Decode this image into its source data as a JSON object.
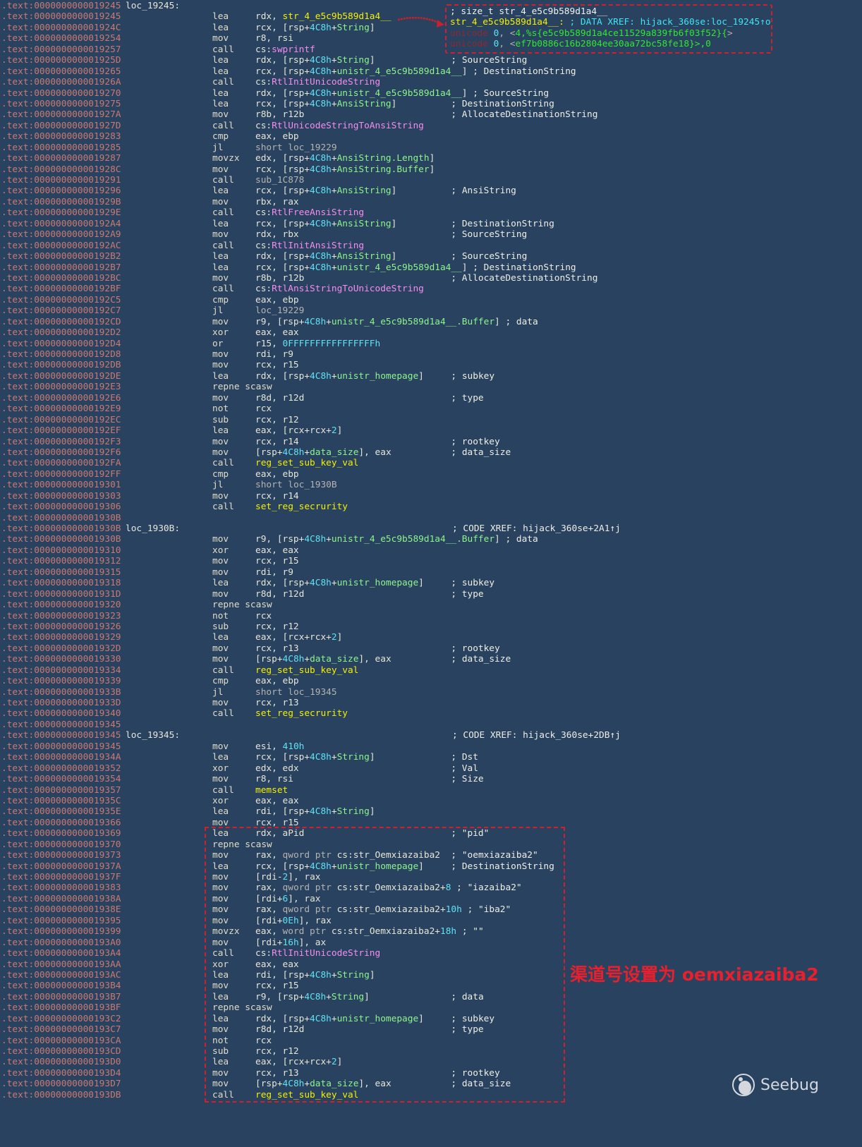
{
  "listing": [
    {
      "addr": ".text:0000000000019245",
      "label": "loc_19245:"
    },
    {
      "addr": ".text:0000000000019245",
      "mn": "lea",
      "ops": "rdx, str_4_e5c9b589d1a4__"
    },
    {
      "addr": ".text:000000000001924C",
      "mn": "lea",
      "ops": "rcx, [rsp+4C8h+String]"
    },
    {
      "addr": ".text:0000000000019254",
      "mn": "mov",
      "ops": "r8, rsi"
    },
    {
      "addr": ".text:0000000000019257",
      "mn": "call",
      "ops": "cs:swprintf"
    },
    {
      "addr": ".text:000000000001925D",
      "mn": "lea",
      "ops": "rdx, [rsp+4C8h+String]",
      "cmt": "; SourceString"
    },
    {
      "addr": ".text:0000000000019265",
      "mn": "lea",
      "ops": "rcx, [rsp+4C8h+unistr_4_e5c9b589d1a4__]",
      "cmt": "; DestinationString"
    },
    {
      "addr": ".text:000000000001926A",
      "mn": "call",
      "ops": "cs:RtlInitUnicodeString"
    },
    {
      "addr": ".text:0000000000019270",
      "mn": "lea",
      "ops": "rdx, [rsp+4C8h+unistr_4_e5c9b589d1a4__]",
      "cmt": "; SourceString"
    },
    {
      "addr": ".text:0000000000019275",
      "mn": "lea",
      "ops": "rcx, [rsp+4C8h+AnsiString]",
      "cmt": "; DestinationString"
    },
    {
      "addr": ".text:000000000001927A",
      "mn": "mov",
      "ops": "r8b, r12b",
      "cmt": "; AllocateDestinationString"
    },
    {
      "addr": ".text:000000000001927D",
      "mn": "call",
      "ops": "cs:RtlUnicodeStringToAnsiString"
    },
    {
      "addr": ".text:0000000000019283",
      "mn": "cmp",
      "ops": "eax, ebp"
    },
    {
      "addr": ".text:0000000000019285",
      "mn": "jl",
      "ops": "short loc_19229"
    },
    {
      "addr": ".text:0000000000019287",
      "mn": "movzx",
      "ops": "edx, [rsp+4C8h+AnsiString.Length]"
    },
    {
      "addr": ".text:000000000001928C",
      "mn": "mov",
      "ops": "rcx, [rsp+4C8h+AnsiString.Buffer]"
    },
    {
      "addr": ".text:0000000000019291",
      "mn": "call",
      "ops": "sub_1C878"
    },
    {
      "addr": ".text:0000000000019296",
      "mn": "lea",
      "ops": "rcx, [rsp+4C8h+AnsiString]",
      "cmt": "; AnsiString"
    },
    {
      "addr": ".text:000000000001929B",
      "mn": "mov",
      "ops": "rbx, rax"
    },
    {
      "addr": ".text:000000000001929E",
      "mn": "call",
      "ops": "cs:RtlFreeAnsiString"
    },
    {
      "addr": ".text:00000000000192A4",
      "mn": "lea",
      "ops": "rcx, [rsp+4C8h+AnsiString]",
      "cmt": "; DestinationString"
    },
    {
      "addr": ".text:00000000000192A9",
      "mn": "mov",
      "ops": "rdx, rbx",
      "cmt": "; SourceString"
    },
    {
      "addr": ".text:00000000000192AC",
      "mn": "call",
      "ops": "cs:RtlInitAnsiString"
    },
    {
      "addr": ".text:00000000000192B2",
      "mn": "lea",
      "ops": "rdx, [rsp+4C8h+AnsiString]",
      "cmt": "; SourceString"
    },
    {
      "addr": ".text:00000000000192B7",
      "mn": "lea",
      "ops": "rcx, [rsp+4C8h+unistr_4_e5c9b589d1a4__]",
      "cmt": "; DestinationString"
    },
    {
      "addr": ".text:00000000000192BC",
      "mn": "mov",
      "ops": "r8b, r12b",
      "cmt": "; AllocateDestinationString"
    },
    {
      "addr": ".text:00000000000192BF",
      "mn": "call",
      "ops": "cs:RtlAnsiStringToUnicodeString"
    },
    {
      "addr": ".text:00000000000192C5",
      "mn": "cmp",
      "ops": "eax, ebp"
    },
    {
      "addr": ".text:00000000000192C7",
      "mn": "jl",
      "ops": "loc_19229"
    },
    {
      "addr": ".text:00000000000192CD",
      "mn": "mov",
      "ops": "r9, [rsp+4C8h+unistr_4_e5c9b589d1a4__.Buffer]",
      "cmt": "; data"
    },
    {
      "addr": ".text:00000000000192D2",
      "mn": "xor",
      "ops": "eax, eax"
    },
    {
      "addr": ".text:00000000000192D4",
      "mn": "or",
      "ops": "r15, 0FFFFFFFFFFFFFFFFh"
    },
    {
      "addr": ".text:00000000000192D8",
      "mn": "mov",
      "ops": "rdi, r9"
    },
    {
      "addr": ".text:00000000000192DB",
      "mn": "mov",
      "ops": "rcx, r15"
    },
    {
      "addr": ".text:00000000000192DE",
      "mn": "lea",
      "ops": "rdx, [rsp+4C8h+unistr_homepage]",
      "cmt": "; subkey"
    },
    {
      "addr": ".text:00000000000192E3",
      "mn": "repne scasw",
      "ops": ""
    },
    {
      "addr": ".text:00000000000192E6",
      "mn": "mov",
      "ops": "r8d, r12d",
      "cmt": "; type"
    },
    {
      "addr": ".text:00000000000192E9",
      "mn": "not",
      "ops": "rcx"
    },
    {
      "addr": ".text:00000000000192EC",
      "mn": "sub",
      "ops": "rcx, r12"
    },
    {
      "addr": ".text:00000000000192EF",
      "mn": "lea",
      "ops": "eax, [rcx+rcx+2]"
    },
    {
      "addr": ".text:00000000000192F3",
      "mn": "mov",
      "ops": "rcx, r14",
      "cmt": "; rootkey"
    },
    {
      "addr": ".text:00000000000192F6",
      "mn": "mov",
      "ops": "[rsp+4C8h+data_size], eax",
      "cmt": "; data_size"
    },
    {
      "addr": ".text:00000000000192FA",
      "mn": "call",
      "ops": "reg_set_sub_key_val"
    },
    {
      "addr": ".text:00000000000192FF",
      "mn": "cmp",
      "ops": "eax, ebp"
    },
    {
      "addr": ".text:0000000000019301",
      "mn": "jl",
      "ops": "short loc_1930B"
    },
    {
      "addr": ".text:0000000000019303",
      "mn": "mov",
      "ops": "rcx, r14"
    },
    {
      "addr": ".text:0000000000019306",
      "mn": "call",
      "ops": "set_reg_secrurity"
    },
    {
      "addr": ".text:000000000001930B"
    },
    {
      "addr": ".text:000000000001930B",
      "label": "loc_1930B:",
      "cmt": "; CODE XREF: hijack_360se+2A1↑j"
    },
    {
      "addr": ".text:000000000001930B",
      "mn": "mov",
      "ops": "r9, [rsp+4C8h+unistr_4_e5c9b589d1a4__.Buffer]",
      "cmt": "; data"
    },
    {
      "addr": ".text:0000000000019310",
      "mn": "xor",
      "ops": "eax, eax"
    },
    {
      "addr": ".text:0000000000019312",
      "mn": "mov",
      "ops": "rcx, r15"
    },
    {
      "addr": ".text:0000000000019315",
      "mn": "mov",
      "ops": "rdi, r9"
    },
    {
      "addr": ".text:0000000000019318",
      "mn": "lea",
      "ops": "rdx, [rsp+4C8h+unistr_homepage]",
      "cmt": "; subkey"
    },
    {
      "addr": ".text:000000000001931D",
      "mn": "mov",
      "ops": "r8d, r12d",
      "cmt": "; type"
    },
    {
      "addr": ".text:0000000000019320",
      "mn": "repne scasw",
      "ops": ""
    },
    {
      "addr": ".text:0000000000019323",
      "mn": "not",
      "ops": "rcx"
    },
    {
      "addr": ".text:0000000000019326",
      "mn": "sub",
      "ops": "rcx, r12"
    },
    {
      "addr": ".text:0000000000019329",
      "mn": "lea",
      "ops": "eax, [rcx+rcx+2]"
    },
    {
      "addr": ".text:000000000001932D",
      "mn": "mov",
      "ops": "rcx, r13",
      "cmt": "; rootkey"
    },
    {
      "addr": ".text:0000000000019330",
      "mn": "mov",
      "ops": "[rsp+4C8h+data_size], eax",
      "cmt": "; data_size"
    },
    {
      "addr": ".text:0000000000019334",
      "mn": "call",
      "ops": "reg_set_sub_key_val"
    },
    {
      "addr": ".text:0000000000019339",
      "mn": "cmp",
      "ops": "eax, ebp"
    },
    {
      "addr": ".text:000000000001933B",
      "mn": "jl",
      "ops": "short loc_19345"
    },
    {
      "addr": ".text:000000000001933D",
      "mn": "mov",
      "ops": "rcx, r13"
    },
    {
      "addr": ".text:0000000000019340",
      "mn": "call",
      "ops": "set_reg_secrurity"
    },
    {
      "addr": ".text:0000000000019345"
    },
    {
      "addr": ".text:0000000000019345",
      "label": "loc_19345:",
      "cmt": "; CODE XREF: hijack_360se+2DB↑j"
    },
    {
      "addr": ".text:0000000000019345",
      "mn": "mov",
      "ops": "esi, 410h"
    },
    {
      "addr": ".text:000000000001934A",
      "mn": "lea",
      "ops": "rcx, [rsp+4C8h+String]",
      "cmt": "; Dst"
    },
    {
      "addr": ".text:0000000000019352",
      "mn": "xor",
      "ops": "edx, edx",
      "cmt": "; Val"
    },
    {
      "addr": ".text:0000000000019354",
      "mn": "mov",
      "ops": "r8, rsi",
      "cmt": "; Size"
    },
    {
      "addr": ".text:0000000000019357",
      "mn": "call",
      "ops": "memset"
    },
    {
      "addr": ".text:000000000001935C",
      "mn": "xor",
      "ops": "eax, eax"
    },
    {
      "addr": ".text:000000000001935E",
      "mn": "lea",
      "ops": "rdi, [rsp+4C8h+String]"
    },
    {
      "addr": ".text:0000000000019366",
      "mn": "mov",
      "ops": "rcx, r15"
    },
    {
      "addr": ".text:0000000000019369",
      "mn": "lea",
      "ops": "rdx, aPid",
      "cmt": "; \"pid\""
    },
    {
      "addr": ".text:0000000000019370",
      "mn": "repne scasw",
      "ops": ""
    },
    {
      "addr": ".text:0000000000019373",
      "mn": "mov",
      "ops": "rax, qword ptr cs:str_Oemxiazaiba2",
      "cmt": "; \"oemxiazaiba2\""
    },
    {
      "addr": ".text:000000000001937A",
      "mn": "lea",
      "ops": "rcx, [rsp+4C8h+unistr_homepage]",
      "cmt": "; DestinationString"
    },
    {
      "addr": ".text:000000000001937F",
      "mn": "mov",
      "ops": "[rdi-2], rax"
    },
    {
      "addr": ".text:0000000000019383",
      "mn": "mov",
      "ops": "rax, qword ptr cs:str_Oemxiazaiba2+8",
      "cmt": "; \"iazaiba2\""
    },
    {
      "addr": ".text:000000000001938A",
      "mn": "mov",
      "ops": "[rdi+6], rax"
    },
    {
      "addr": ".text:000000000001938E",
      "mn": "mov",
      "ops": "rax, qword ptr cs:str_Oemxiazaiba2+10h",
      "cmt": "; \"iba2\""
    },
    {
      "addr": ".text:0000000000019395",
      "mn": "mov",
      "ops": "[rdi+0Eh], rax"
    },
    {
      "addr": ".text:0000000000019399",
      "mn": "movzx",
      "ops": "eax, word ptr cs:str_Oemxiazaiba2+18h",
      "cmt": "; \"\""
    },
    {
      "addr": ".text:00000000000193A0",
      "mn": "mov",
      "ops": "[rdi+16h], ax"
    },
    {
      "addr": ".text:00000000000193A4",
      "mn": "call",
      "ops": "cs:RtlInitUnicodeString"
    },
    {
      "addr": ".text:00000000000193AA",
      "mn": "xor",
      "ops": "eax, eax"
    },
    {
      "addr": ".text:00000000000193AC",
      "mn": "lea",
      "ops": "rdi, [rsp+4C8h+String]"
    },
    {
      "addr": ".text:00000000000193B4",
      "mn": "mov",
      "ops": "rcx, r15"
    },
    {
      "addr": ".text:00000000000193B7",
      "mn": "lea",
      "ops": "r9, [rsp+4C8h+String]",
      "cmt": "; data"
    },
    {
      "addr": ".text:00000000000193BF",
      "mn": "repne scasw",
      "ops": ""
    },
    {
      "addr": ".text:00000000000193C2",
      "mn": "lea",
      "ops": "rdx, [rsp+4C8h+unistr_homepage]",
      "cmt": "; subkey"
    },
    {
      "addr": ".text:00000000000193C7",
      "mn": "mov",
      "ops": "r8d, r12d",
      "cmt": "; type"
    },
    {
      "addr": ".text:00000000000193CA",
      "mn": "not",
      "ops": "rcx"
    },
    {
      "addr": ".text:00000000000193CD",
      "mn": "sub",
      "ops": "rcx, r12"
    },
    {
      "addr": ".text:00000000000193D0",
      "mn": "lea",
      "ops": "eax, [rcx+rcx+2]"
    },
    {
      "addr": ".text:00000000000193D4",
      "mn": "mov",
      "ops": "rcx, r13",
      "cmt": "; rootkey"
    },
    {
      "addr": ".text:00000000000193D7",
      "mn": "mov",
      "ops": "[rsp+4C8h+data_size], eax",
      "cmt": "; data_size"
    },
    {
      "addr": ".text:00000000000193DB",
      "mn": "call",
      "ops": "reg_set_sub_key_val"
    }
  ],
  "callout": {
    "lines": [
      [
        {
          "t": "; size_t str_4_e5c9b589d1a4__",
          "c": "white"
        }
      ],
      [
        {
          "t": "str_4_e5c9b589d1a4__:",
          "c": "str"
        },
        {
          "t": " ; DATA XREF: hijack_360se:loc_19245↑o",
          "c": "cyan"
        }
      ],
      [
        {
          "t": "unicode ",
          "c": "red"
        },
        {
          "t": "0",
          "c": "num"
        },
        {
          "t": ", <",
          "c": "gray"
        },
        {
          "t": "4,%s{e5c9b589d1a4ce11529a839fb6f03f52}{",
          "c": "green"
        },
        {
          "t": ">",
          "c": "gray"
        }
      ],
      [
        {
          "t": "unicode ",
          "c": "red"
        },
        {
          "t": "0",
          "c": "num"
        },
        {
          "t": ", <",
          "c": "gray"
        },
        {
          "t": "ef7b0886c16b2804ee30aa72bc58fe18}",
          "c": "green"
        },
        {
          "t": ">,0",
          "c": "green"
        }
      ]
    ]
  },
  "annotation": "渠道号设置为 oemxiazaiba2",
  "watermark": "Seebug",
  "colors": {
    "background": "#29425f",
    "annotation": "#e8202e"
  }
}
